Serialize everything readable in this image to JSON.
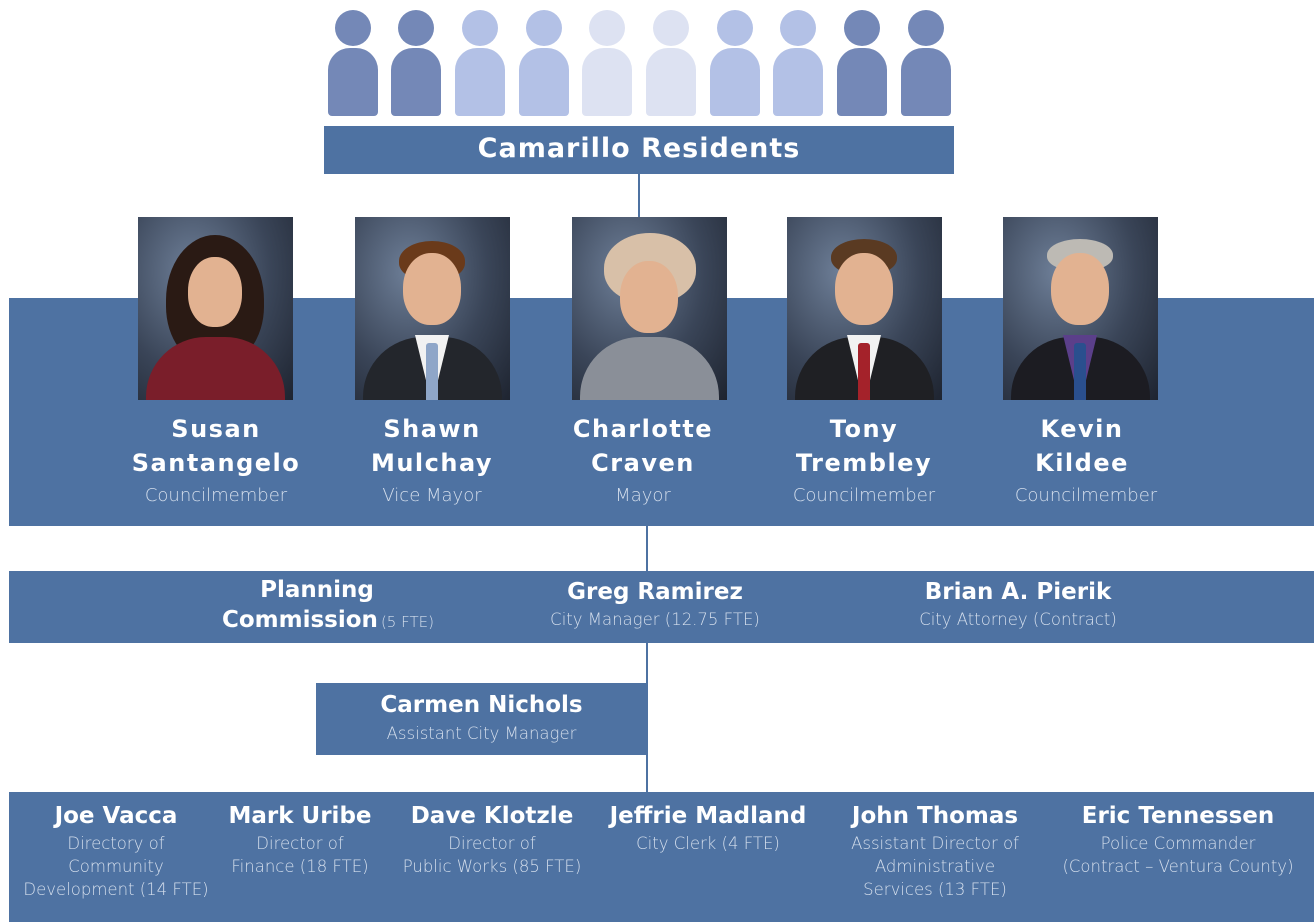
{
  "residents": {
    "title": "Camarillo Residents",
    "icon_colors": [
      "#7488b7",
      "#7488b7",
      "#b3c1e6",
      "#b3c1e6",
      "#dde2f2",
      "#dde2f2",
      "#b3c1e6",
      "#b3c1e6",
      "#7488b7",
      "#7488b7"
    ]
  },
  "council": [
    {
      "first": "Susan",
      "last": "Santangelo",
      "role": "Councilmember"
    },
    {
      "first": "Shawn",
      "last": "Mulchay",
      "role": "Vice Mayor"
    },
    {
      "first": "Charlotte",
      "last": "Craven",
      "role": "Mayor"
    },
    {
      "first": "Tony",
      "last": "Trembley",
      "role": "Councilmember"
    },
    {
      "first": "Kevin",
      "last": "Kildee",
      "role": "Councilmember"
    }
  ],
  "middle": {
    "planning_line1": "Planning",
    "planning_line2": "Commission",
    "planning_fte": "(5 FTE)",
    "manager_name": "Greg Ramirez",
    "manager_role": "City Manager (12.75 FTE)",
    "attorney_name": "Brian A. Pierik",
    "attorney_role": "City Attorney (Contract)"
  },
  "assistant": {
    "name": "Carmen Nichols",
    "role": "Assistant City Manager"
  },
  "departments": [
    {
      "name": "Joe Vacca",
      "role_lines": [
        "Directory of",
        "Community",
        "Development  (14 FTE)"
      ]
    },
    {
      "name": "Mark Uribe",
      "role_lines": [
        "Director of",
        "Finance (18 FTE)"
      ]
    },
    {
      "name": "Dave Klotzle",
      "role_lines": [
        "Director of",
        "Public Works (85 FTE)"
      ]
    },
    {
      "name": "Jeffrie Madland",
      "role_lines": [
        "City Clerk (4 FTE)"
      ]
    },
    {
      "name": "John Thomas",
      "role_lines": [
        "Assistant Director of",
        "Administrative",
        "Services (13 FTE)"
      ]
    },
    {
      "name": "Eric Tennessen",
      "role_lines": [
        "Police Commander",
        "(Contract – Ventura County)"
      ]
    }
  ],
  "colors": {
    "band": "#4e72a2",
    "subtitle_text": "#d4deec"
  }
}
